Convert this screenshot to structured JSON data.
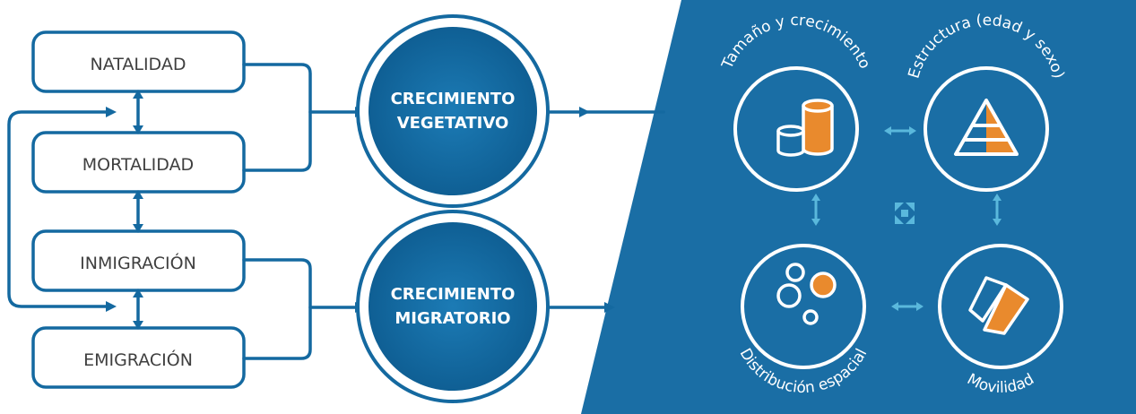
{
  "left": {
    "boxes": [
      "NATALIDAD",
      "MORTALIDAD",
      "INMIGRACIÓN",
      "EMIGRACIÓN"
    ],
    "circles": [
      {
        "line1": "CRECIMIENTO",
        "line2": "VEGETATIVO"
      },
      {
        "line1": "CRECIMIENTO",
        "line2": "MIGRATORIO"
      }
    ]
  },
  "right": {
    "labels": [
      "Tamaño y crecimiento",
      "Estructura (edad y sexo)",
      "Distribución espacial",
      "Movilidad"
    ]
  },
  "colors": {
    "primary": "#1469a0",
    "panel": "#1a6ea5",
    "accent_orange": "#e98a2d",
    "light_arrow": "#5ab8dc",
    "text_gray": "#3f3f3f"
  },
  "icons": [
    "cylinders-icon",
    "pyramid-icon",
    "bubbles-icon",
    "tickets-icon",
    "expand-arrows-icon"
  ]
}
